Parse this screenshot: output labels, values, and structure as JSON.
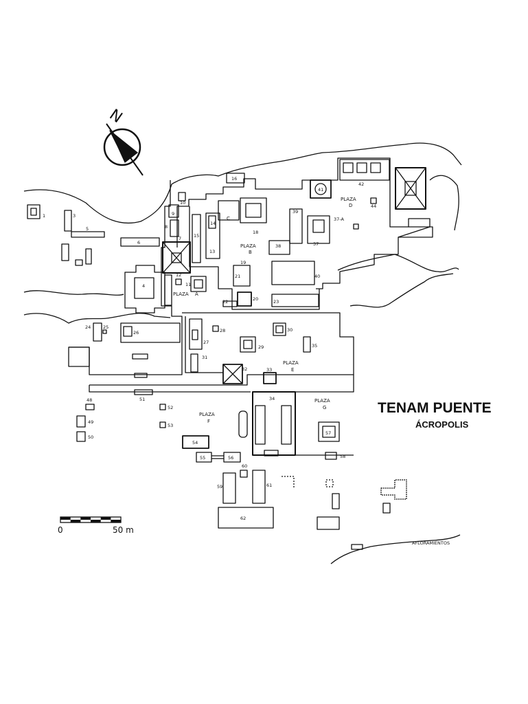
{
  "title": "TENAM PUENTE",
  "subtitle": "ÁCROPOLIS",
  "north_label": "N",
  "scale": {
    "start_label": "0",
    "end_label": "50 m"
  },
  "outcrop_label": "AFLORAMIENTOS",
  "plazas": [
    {
      "id": "A",
      "word": "PLAZA",
      "letter": "A"
    },
    {
      "id": "B",
      "word": "PLAZA",
      "letter": "B"
    },
    {
      "id": "C",
      "word": "",
      "letter": "C"
    },
    {
      "id": "D",
      "word": "PLAZA",
      "letter": "D"
    },
    {
      "id": "E",
      "word": "PLAZA",
      "letter": "E"
    },
    {
      "id": "F",
      "word": "PLAZA",
      "letter": "F"
    },
    {
      "id": "G",
      "word": "PLAZA",
      "letter": "G"
    }
  ],
  "structure_numbers": [
    "1",
    "3",
    "4",
    "5",
    "6",
    "7",
    "8",
    "9",
    "10",
    "11",
    "12",
    "13",
    "14",
    "15",
    "16",
    "18",
    "19",
    "20",
    "21",
    "22",
    "23",
    "24",
    "25",
    "26",
    "27",
    "28",
    "29",
    "30",
    "31",
    "32",
    "33",
    "34",
    "35",
    "37",
    "37-A",
    "38",
    "39",
    "40",
    "41",
    "42",
    "44",
    "48",
    "49",
    "50",
    "51",
    "52",
    "53",
    "54",
    "55",
    "56",
    "57",
    "58",
    "59",
    "60",
    "61",
    "62"
  ],
  "colors": {
    "ink": "#111111",
    "paper": "#ffffff"
  }
}
